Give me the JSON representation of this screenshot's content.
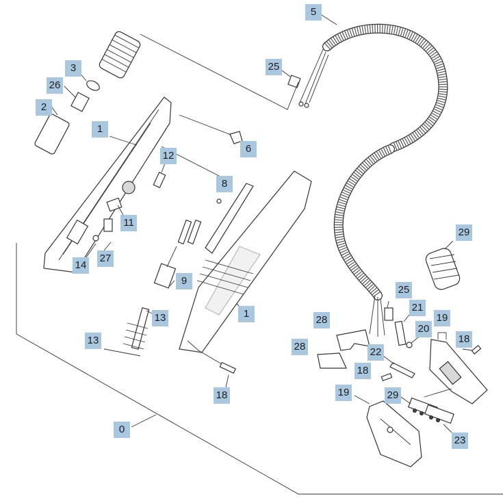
{
  "callouts": {
    "c0": "0",
    "c1a": "1",
    "c1b": "1",
    "c2": "2",
    "c3": "3",
    "c5": "5",
    "c6": "6",
    "c8": "8",
    "c9": "9",
    "c11": "11",
    "c12": "12",
    "c13a": "13",
    "c13b": "13",
    "c14": "14",
    "c18a": "18",
    "c18b": "18",
    "c18c": "18",
    "c19a": "19",
    "c19b": "19",
    "c20": "20",
    "c21": "21",
    "c22": "22",
    "c23": "23",
    "c25a": "25",
    "c25b": "25",
    "c26": "26",
    "c27": "27",
    "c28a": "28",
    "c28b": "28",
    "c29a": "29",
    "c29b": "29"
  },
  "colors": {
    "callout_bg": "#a9c8df",
    "line": "#333333",
    "background": "#ffffff"
  }
}
